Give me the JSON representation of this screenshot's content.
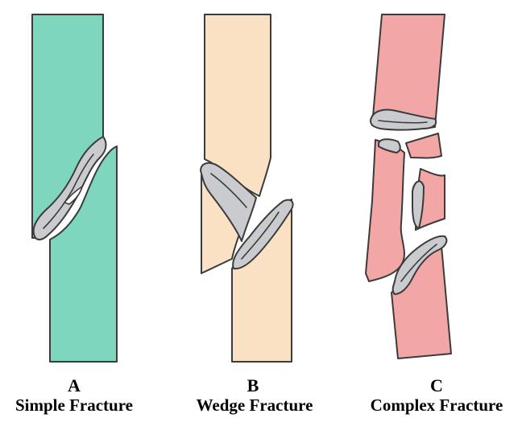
{
  "panels": [
    {
      "letter": "A",
      "name": "Simple Fracture"
    },
    {
      "letter": "B",
      "name": "Wedge Fracture"
    },
    {
      "letter": "C",
      "name": "Complex Fracture"
    }
  ]
}
